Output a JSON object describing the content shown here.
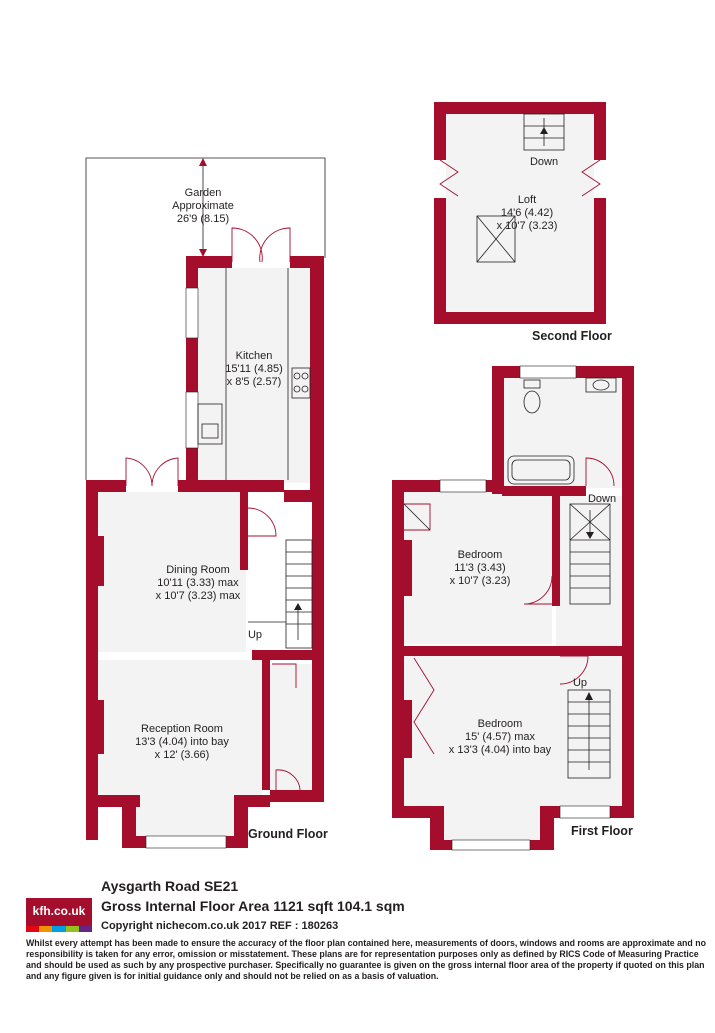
{
  "floors": {
    "ground": {
      "label": "Ground Floor",
      "garden": {
        "name": "Garden",
        "desc": "Approximate",
        "dims": "26'9 (8.15)"
      },
      "kitchen": {
        "name": "Kitchen",
        "dims1": "15'11 (4.85)",
        "dims2": "x 8'5 (2.57)"
      },
      "dining": {
        "name": "Dining Room",
        "dims1": "10'11 (3.33) max",
        "dims2": "x 10'7 (3.23) max"
      },
      "reception": {
        "name": "Reception Room",
        "dims1": "13'3 (4.04) into bay",
        "dims2": "x 12' (3.66)"
      },
      "stairs_label": "Up"
    },
    "first": {
      "label": "First Floor",
      "bedroom_back": {
        "name": "Bedroom",
        "dims1": "11'3 (3.43)",
        "dims2": "x 10'7 (3.23)"
      },
      "bedroom_front": {
        "name": "Bedroom",
        "dims1": "15' (4.57) max",
        "dims2": "x 13'3 (4.04) into bay"
      },
      "stairs_up": "Up",
      "stairs_down": "Down"
    },
    "second": {
      "label": "Second Floor",
      "loft": {
        "name": "Loft",
        "dims1": "14'6 (4.42)",
        "dims2": "x 10'7 (3.23)"
      },
      "stairs_down": "Down"
    }
  },
  "footer": {
    "logo_text": "kfh.co.uk",
    "logo_colors": [
      "#e30613",
      "#f39200",
      "#009fe3",
      "#95c11f",
      "#662483"
    ],
    "address": "Aysgarth Road  SE21",
    "area": "Gross Internal Floor Area 1121 sqft 104.1 sqm",
    "copyright": "Copyright nichecom.co.uk 2017 REF : 180263",
    "disclaimer": "Whilst every attempt has been made to ensure the accuracy of the floor plan contained here, measurements of doors, windows and rooms are approximate and no responsibility is taken for any error, omission or misstatement.  These plans are for representation purposes only as defined by RICS Code of Measuring Practice and should be used as such by any prospective purchaser.  Specifically no guarantee is given on the gross internal floor area of the property if quoted on this plan and any figure given is for initial guidance only and should not be relied on as a basis of valuation."
  },
  "colors": {
    "wall": "#a50d2d",
    "floor": "#f3f3f3"
  }
}
